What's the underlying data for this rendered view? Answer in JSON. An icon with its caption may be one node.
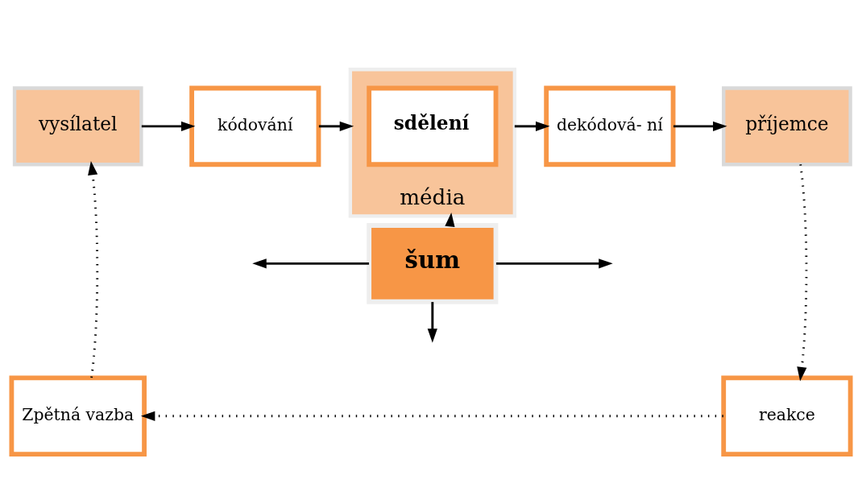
{
  "diagram": {
    "nodes": [
      {
        "text": [
          "vysílatel"
        ]
      },
      {
        "text": [
          "kódování"
        ]
      },
      {
        "text": [
          "média"
        ]
      },
      {
        "text": [
          "sdělení"
        ],
        "in": 2
      },
      {
        "text": [
          "dekódová- ní"
        ]
      },
      {
        "text": [
          "příjemce"
        ]
      },
      {
        "text": [
          "šum"
        ]
      },
      {
        "text": [
          "Zpětná vazba"
        ]
      },
      {
        "text": [
          "reakce"
        ]
      }
    ],
    "edges": [
      {
        "from": 0,
        "to": 1,
        "arrow": "to"
      },
      {
        "from": 1,
        "to": 2,
        "arrow": "to"
      },
      {
        "from": 2,
        "to": 4,
        "arrow": "to"
      },
      {
        "from": 4,
        "to": 5,
        "arrow": "to"
      },
      {
        "from": 6,
        "to": 2,
        "arrow": "to"
      },
      {
        "from": 6,
        "to": null,
        "arrow": "to"
      },
      {
        "from": 6,
        "to": null,
        "arrow": "to"
      },
      {
        "from": 6,
        "to": null,
        "arrow": "to"
      },
      {
        "from": 5,
        "to": 8,
        "arrow": "to",
        "style": "dashed"
      },
      {
        "from": 8,
        "to": 7,
        "arrow": "to",
        "style": "dashed"
      },
      {
        "from": 7,
        "to": 0,
        "arrow": "to",
        "style": "dashed"
      }
    ]
  }
}
